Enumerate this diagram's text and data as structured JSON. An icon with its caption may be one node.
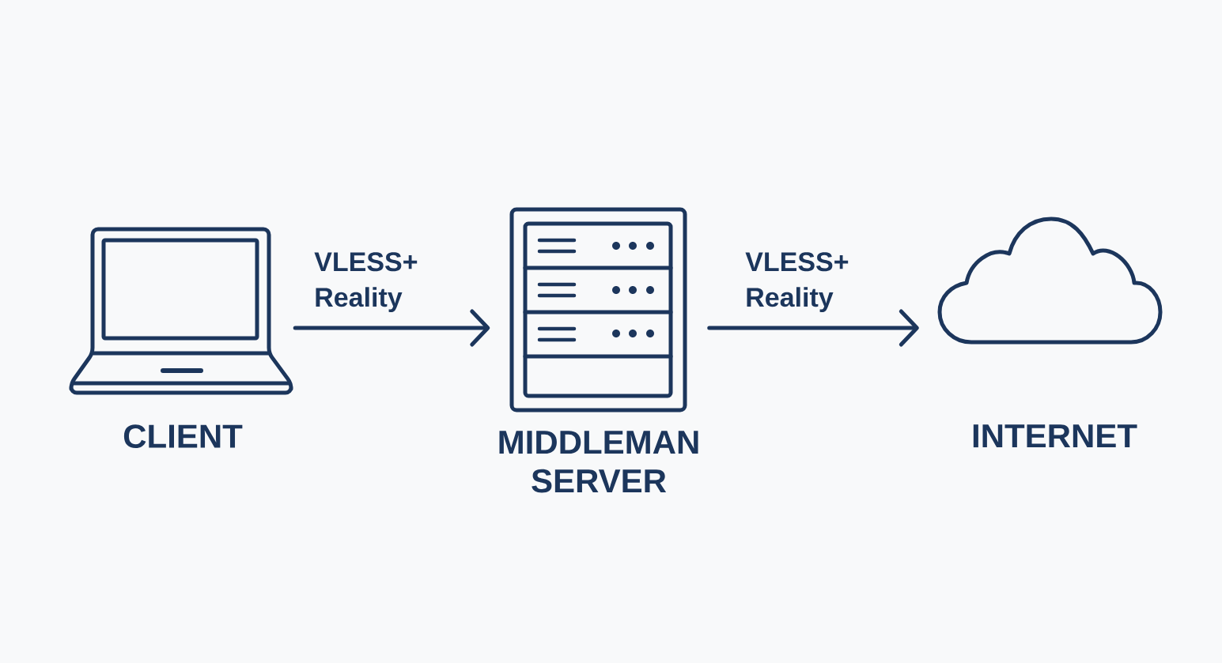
{
  "diagram": {
    "nodes": [
      {
        "text": [
          "CLIENT"
        ]
      },
      {
        "text": [
          "MIDDLEMAN SERVER"
        ]
      },
      {
        "text": [
          "INTERNET"
        ]
      }
    ],
    "edges": [
      {
        "from": 0,
        "to": 1,
        "arrow": "to",
        "label": "VLESS+ Reality"
      },
      {
        "from": 1,
        "to": 2,
        "arrow": "to",
        "label": "VLESS+ Reality"
      }
    ]
  }
}
